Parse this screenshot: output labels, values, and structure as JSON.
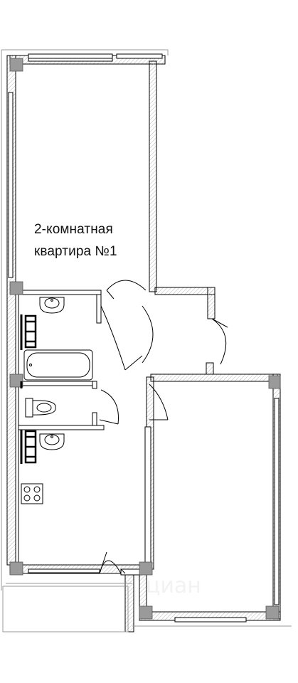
{
  "plan": {
    "title_line1": "2-комнатная",
    "title_line2": "квартира №1",
    "watermark": "циан",
    "colors": {
      "wall": "#000000",
      "wall_fill": "#ffffff",
      "hatch": "#aaaaaa",
      "column": "#9a9a9a",
      "fixture": "#222222"
    }
  }
}
